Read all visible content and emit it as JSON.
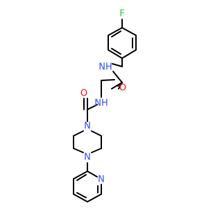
{
  "structure": {
    "atoms": {
      "fluorine": {
        "label": "F",
        "color": "#33cc33"
      },
      "amide_nh_upper": {
        "label": "NH",
        "color": "#3050f8"
      },
      "amide_o_upper": {
        "label": "O",
        "color": "#ff0d0d"
      },
      "amide_nh_lower": {
        "label": "NH",
        "color": "#3050f8"
      },
      "urea_o": {
        "label": "O",
        "color": "#ff0d0d"
      },
      "piperazine_n1": {
        "label": "N",
        "color": "#3050f8"
      },
      "piperazine_n4": {
        "label": "N",
        "color": "#3050f8"
      },
      "pyridine_n": {
        "label": "N",
        "color": "#3050f8"
      }
    }
  }
}
